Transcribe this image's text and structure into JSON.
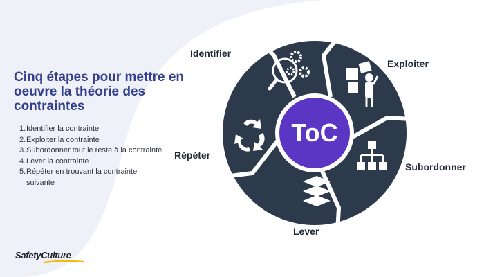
{
  "title": "Cinq étapes pour mettre en oeuvre la théorie des contraintes",
  "steps": [
    {
      "num": "1.",
      "text": "Identifier la contrainte"
    },
    {
      "num": "2.",
      "text": "Exploiter la contrainte"
    },
    {
      "num": "3.",
      "text": "Subordonner tout le reste à la contrainte"
    },
    {
      "num": "4.",
      "text": "Lever la contrainte"
    },
    {
      "num": "5.",
      "text": "Répéter en trouvant la contrainte suivante"
    }
  ],
  "diagram": {
    "center_label": "ToC",
    "segments": [
      {
        "label": "Identifier",
        "icon": "gears-magnifier-icon"
      },
      {
        "label": "Exploiter",
        "icon": "person-puzzle-icon"
      },
      {
        "label": "Subordonner",
        "icon": "hierarchy-icon"
      },
      {
        "label": "Lever",
        "icon": "layers-icon"
      },
      {
        "label": "Répéter",
        "icon": "cycle-arrows-icon"
      }
    ]
  },
  "brand": {
    "name": "SafetyCulture"
  },
  "colors": {
    "wheel": "#2c3a4b",
    "center": "#5b36c4",
    "title": "#333f8c",
    "background": "#eef1f8",
    "logo_accent": "#f2b90f"
  }
}
